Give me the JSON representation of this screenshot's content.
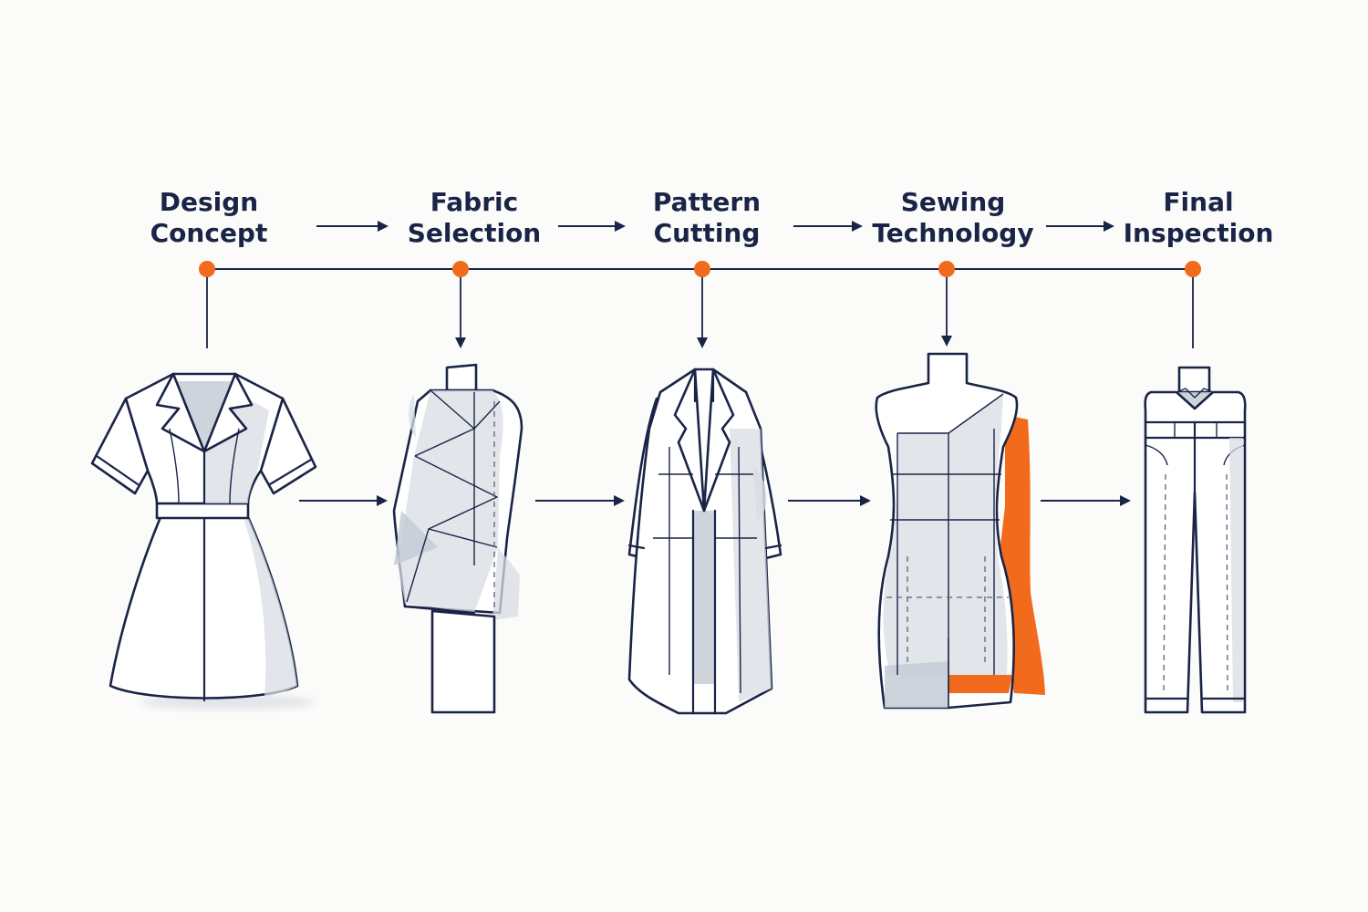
{
  "steps": [
    {
      "line1": "Design",
      "line2": "Concept",
      "icon": "dress-icon"
    },
    {
      "line1": "Fabric",
      "line2": "Selection",
      "icon": "draped-form-icon"
    },
    {
      "line1": "Pattern",
      "line2": "Cutting",
      "icon": "coat-icon"
    },
    {
      "line1": "Sewing",
      "line2": "Technology",
      "icon": "dress-form-icon"
    },
    {
      "line1": "Final",
      "line2": "Inspection",
      "icon": "trousers-icon"
    }
  ],
  "colors": {
    "ink": "#1a2447",
    "accent": "#f26a1b",
    "background": "#fbfbf9",
    "shade": "#d8dce3"
  }
}
